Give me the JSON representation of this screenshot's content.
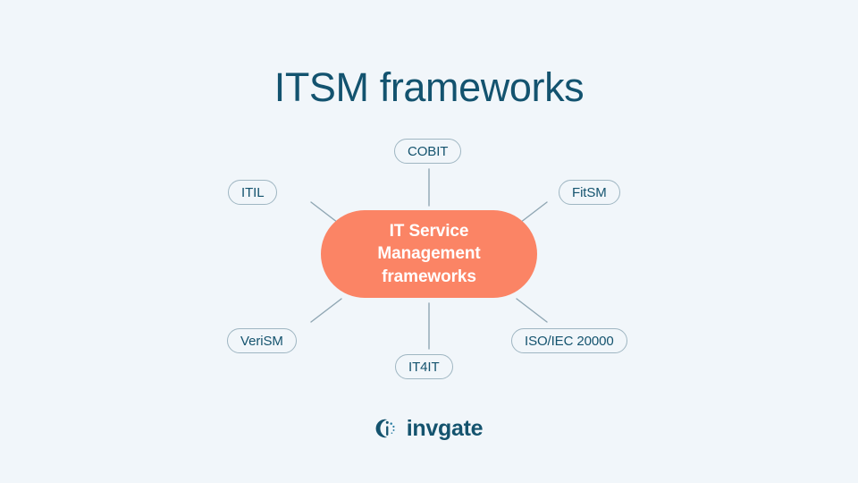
{
  "slide": {
    "title": "ITSM frameworks",
    "background_color": "#f1f6fa",
    "accent_color": "#fb8465",
    "text_color": "#14536e"
  },
  "diagram": {
    "type": "hub-and-spoke",
    "center": {
      "label": "IT Service\nManagement\nframeworks",
      "fill_color": "#fb8465",
      "text_color": "#ffffff"
    },
    "nodes": [
      {
        "id": "cobit",
        "label": "COBIT",
        "position": "top"
      },
      {
        "id": "itil",
        "label": "ITIL",
        "position": "top-left"
      },
      {
        "id": "fitsm",
        "label": "FitSM",
        "position": "top-right"
      },
      {
        "id": "verism",
        "label": "VeriSM",
        "position": "bottom-left"
      },
      {
        "id": "isoiec",
        "label": "ISO/IEC 20000",
        "position": "bottom-right"
      },
      {
        "id": "it4it",
        "label": "IT4IT",
        "position": "bottom"
      }
    ],
    "connector_color": "#8fa6b3"
  },
  "brand": {
    "name": "invgate",
    "mark_icon": "invgate-logo-icon",
    "color": "#14536e"
  }
}
